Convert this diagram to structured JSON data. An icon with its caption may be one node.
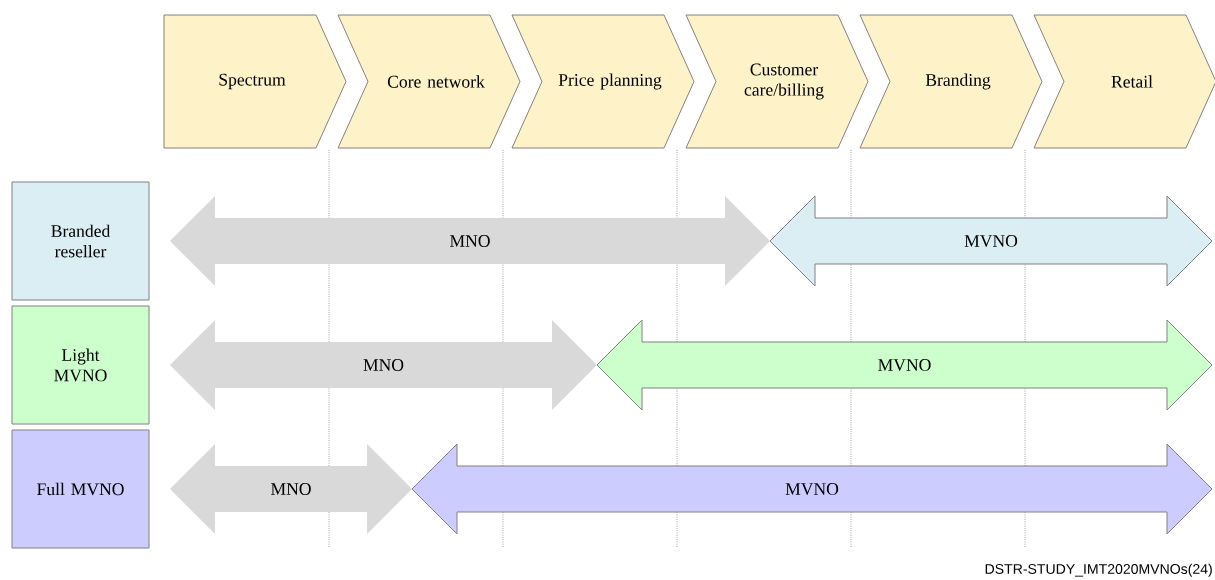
{
  "diagram": {
    "nodes": [
      {
        "text": [
          "Spectrum"
        ]
      },
      {
        "text": [
          "Core network"
        ]
      },
      {
        "text": [
          "Price planning"
        ]
      },
      {
        "text": [
          "Customer care/billing"
        ]
      },
      {
        "text": [
          "Branding"
        ]
      },
      {
        "text": [
          "Retail"
        ]
      },
      {
        "text": [
          "Branded reseller"
        ]
      },
      {
        "text": [
          "MNO"
        ]
      },
      {
        "text": [
          "MVNO"
        ]
      },
      {
        "text": [
          "Light MVNO"
        ]
      },
      {
        "text": [
          "MNO"
        ]
      },
      {
        "text": [
          "MVNO"
        ]
      },
      {
        "text": [
          "Full MVNO"
        ]
      },
      {
        "text": [
          "MNO"
        ]
      },
      {
        "text": [
          "MVNO"
        ]
      }
    ],
    "edges": [],
    "labels": [
      "DSTR-STUDY_IMT2020MVNOs(24)"
    ]
  }
}
